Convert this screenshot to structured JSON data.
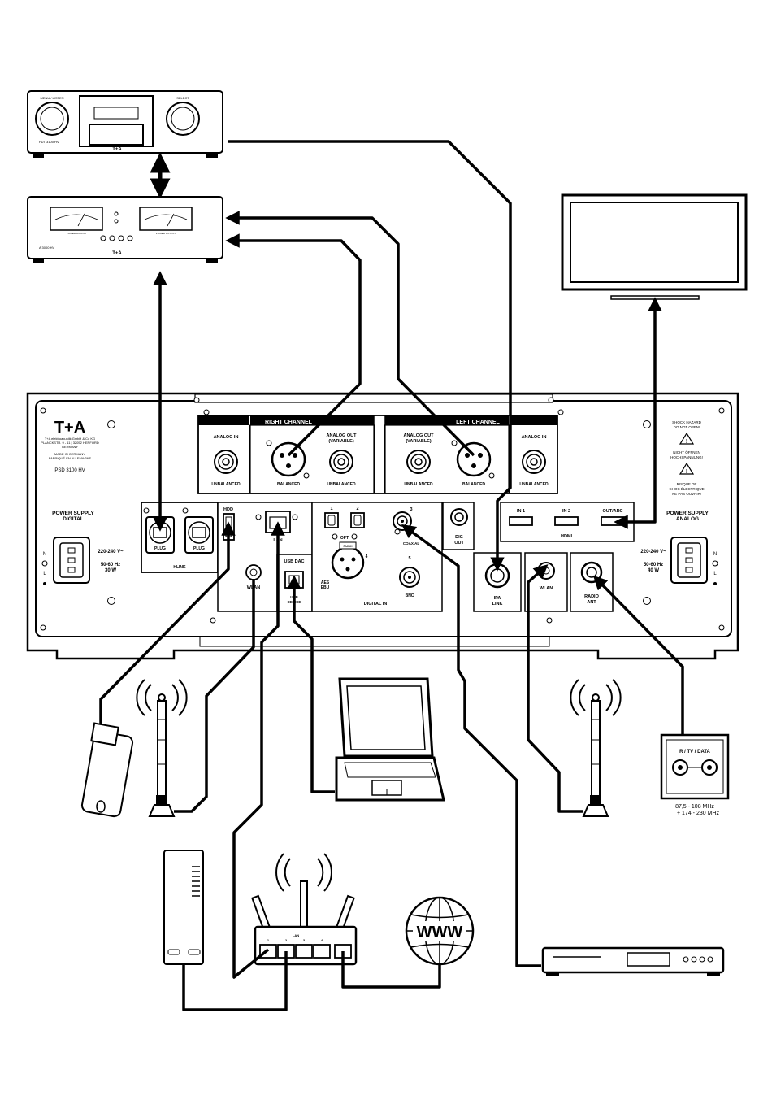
{
  "brand": "T+A",
  "devices": {
    "top_unit_label_left": "MENU / LISTEN",
    "top_unit_label_right": "SELECT",
    "top_unit_model": "PDT 3100 HV",
    "amp_model": "A 3000 HV",
    "amp_meter_label": "POWER OUTPUT"
  },
  "panel": {
    "company": "T+A elektroakustik GmbH & Co KG",
    "address": "PLANCKSTR. 9 - 11 | 32052 HERFORD",
    "country": "GERMANY",
    "made_in": "MADE IN GERMANY",
    "made_in_fr": "FABRIQUÉ EN ALLEMAGNE",
    "model": "PSD 3100 HV",
    "psu_digital": [
      "POWER SUPPLY",
      "DIGITAL"
    ],
    "psu_analog": [
      "POWER SUPPLY",
      "ANALOG"
    ],
    "mains_left": [
      "220-240 V~",
      "50-60 Hz",
      "30 W"
    ],
    "mains_right": [
      "220-240 V~",
      "50-60 Hz",
      "40 W"
    ],
    "nl": [
      "N",
      "L"
    ],
    "right_channel": "RIGHT CHANNEL",
    "left_channel": "LEFT CHANNEL",
    "analog_in": "ANALOG IN",
    "analog_out": [
      "ANALOG OUT",
      "(VARIABLE)"
    ],
    "unbalanced": "UNBALANCED",
    "balanced": "BALANCED",
    "warnings": [
      "SHOCK HAZARD",
      "DO NOT OPEN!",
      "NICHT ÖFFNEN",
      "HOCHSPANNUNG!",
      "RISQUE DE",
      "CHOC ÉLECTRIQUE",
      "NE PAS OUVRIR!"
    ],
    "hlink": "HLINK",
    "plug": "PLUG",
    "hdd": "HDD",
    "lan": "LAN",
    "wlan": "WLAN",
    "usb_dac": "USB DAC",
    "usb_device": [
      "USB",
      "DEVICE"
    ],
    "opt": "OPT",
    "opt_nums": [
      "1",
      "2"
    ],
    "push": "PUSH",
    "aes": [
      "AES",
      "EBU"
    ],
    "num4": "4",
    "num3": "3",
    "num5": "5",
    "coaxial": "COAXIAL",
    "bnc": "BNC",
    "digital_in": "DIGITAL IN",
    "dig_out": [
      "DIG",
      "OUT"
    ],
    "hdmi_in1": "IN 1",
    "hdmi_in2": "IN 2",
    "hdmi_arc": "OUT/ARC",
    "hdmi": "HDMI",
    "ipa": [
      "IPA",
      "LINK"
    ],
    "radio": [
      "RADIO",
      "ANT"
    ]
  },
  "antenna_box": {
    "label": "R / TV / DATA",
    "freq1": "87,5 - 108 MHz",
    "freq2": "+ 174 - 230 MHz"
  },
  "router": {
    "lan": "LAN",
    "ports": [
      "1",
      "2",
      "3",
      "4"
    ]
  },
  "globe": "WWW"
}
